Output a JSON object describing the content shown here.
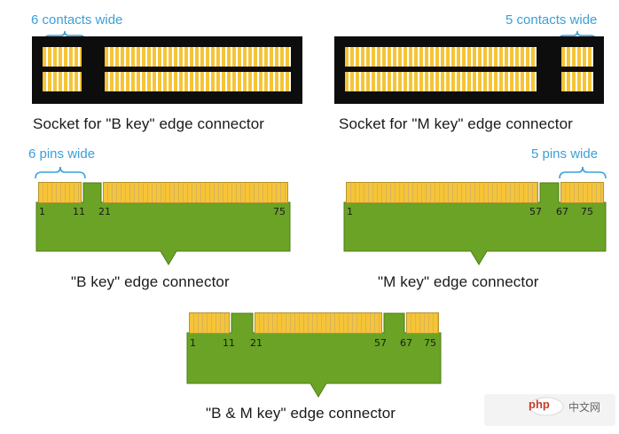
{
  "annotations": {
    "socket_b": "6 contacts wide",
    "socket_m": "5 contacts wide",
    "conn_b": "6 pins wide",
    "conn_m": "5 pins wide"
  },
  "captions": {
    "socket_b": "Socket for \"B key\" edge connector",
    "socket_m": "Socket for \"M key\" edge connector",
    "conn_b": "\"B key\" edge connector",
    "conn_m": "\"M key\" edge connector",
    "conn_bm": "\"B & M key\" edge connector"
  },
  "pin_labels": {
    "b": [
      "1",
      "11",
      "21",
      "75"
    ],
    "m": [
      "1",
      "57",
      "67",
      "75"
    ],
    "bm": [
      "1",
      "11",
      "21",
      "57",
      "67",
      "75"
    ]
  },
  "watermark": {
    "brand": "php",
    "text": "中文网"
  },
  "colors": {
    "board": "#6aa326",
    "pin_gold": "#f5c437",
    "socket": "#0d0d0d",
    "annotation": "#3aa0d8"
  }
}
